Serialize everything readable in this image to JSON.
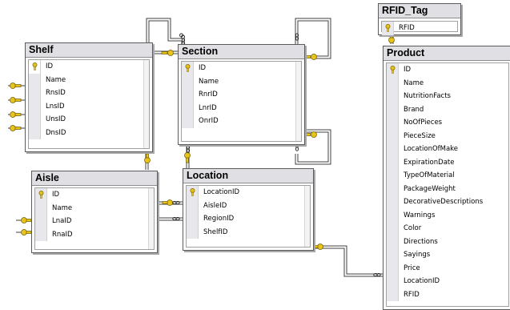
{
  "tables": {
    "rfid_tag": {
      "title": "RFID_Tag",
      "columns": [
        {
          "name": "RFID",
          "key": true
        }
      ]
    },
    "shelf": {
      "title": "Shelf",
      "columns": [
        {
          "name": "ID",
          "key": true
        },
        {
          "name": "Name"
        },
        {
          "name": "RnsID"
        },
        {
          "name": "LnsID"
        },
        {
          "name": "UnsID"
        },
        {
          "name": "DnsID"
        }
      ]
    },
    "section": {
      "title": "Section",
      "columns": [
        {
          "name": "ID",
          "key": true
        },
        {
          "name": "Name"
        },
        {
          "name": "RnrID"
        },
        {
          "name": "LnrID"
        },
        {
          "name": "OnrID"
        }
      ]
    },
    "product": {
      "title": "Product",
      "columns": [
        {
          "name": "ID",
          "key": true
        },
        {
          "name": "Name"
        },
        {
          "name": "NutritionFacts"
        },
        {
          "name": "Brand"
        },
        {
          "name": "NoOfPieces"
        },
        {
          "name": "PieceSize"
        },
        {
          "name": "LocationOfMake"
        },
        {
          "name": "ExpirationDate"
        },
        {
          "name": "TypeOfMaterial"
        },
        {
          "name": "PackageWeight"
        },
        {
          "name": "DecorativeDescriptions"
        },
        {
          "name": "Warnings"
        },
        {
          "name": "Color"
        },
        {
          "name": "Directions"
        },
        {
          "name": "Sayings"
        },
        {
          "name": "Price"
        },
        {
          "name": "LocationID"
        },
        {
          "name": "RFID"
        }
      ]
    },
    "aisle": {
      "title": "Aisle",
      "columns": [
        {
          "name": "ID",
          "key": true
        },
        {
          "name": "Name"
        },
        {
          "name": "LnaID"
        },
        {
          "name": "RnaID"
        }
      ]
    },
    "location": {
      "title": "Location",
      "columns": [
        {
          "name": "LocationID",
          "key": true
        },
        {
          "name": "AisleID"
        },
        {
          "name": "RegionID"
        },
        {
          "name": "ShelfID"
        }
      ]
    }
  },
  "colors": {
    "title_bar": "#e0dfe3",
    "key_icon": "#e8c31c",
    "connector": "#404040"
  },
  "icons": {
    "primary_key": "key-icon",
    "relationship_one": "key-icon",
    "relationship_many": "infinity-icon"
  }
}
